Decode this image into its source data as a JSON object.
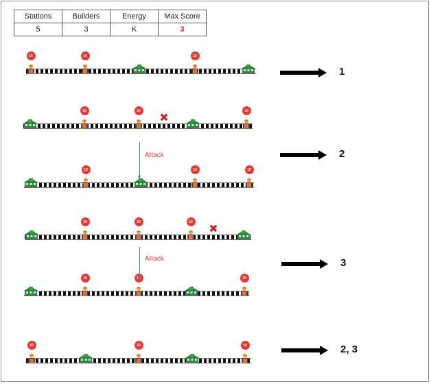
{
  "summary_table": {
    "headers": [
      "Stations",
      "Builders",
      "Energy",
      "Max Score"
    ],
    "values": [
      "5",
      "3",
      "K",
      "3"
    ],
    "highlight_color": "#e02020"
  },
  "badge_value": "10",
  "attack_label": "Attack",
  "scenarios": [
    {
      "label": "1",
      "rows": [
        "B B S B S"
      ]
    },
    {
      "label": "2",
      "rows": [
        "S B B x S B",
        "S B S B B"
      ]
    },
    {
      "label": "3",
      "rows": [
        "S B B B x S",
        "S B B S B"
      ]
    },
    {
      "label": "2, 3",
      "rows": [
        "B S B S B"
      ]
    }
  ],
  "colors": {
    "badge": "#e53935",
    "station": "#2e7d32",
    "attack_arrow": "#3a7bb0",
    "attack_text": "#e53935"
  }
}
